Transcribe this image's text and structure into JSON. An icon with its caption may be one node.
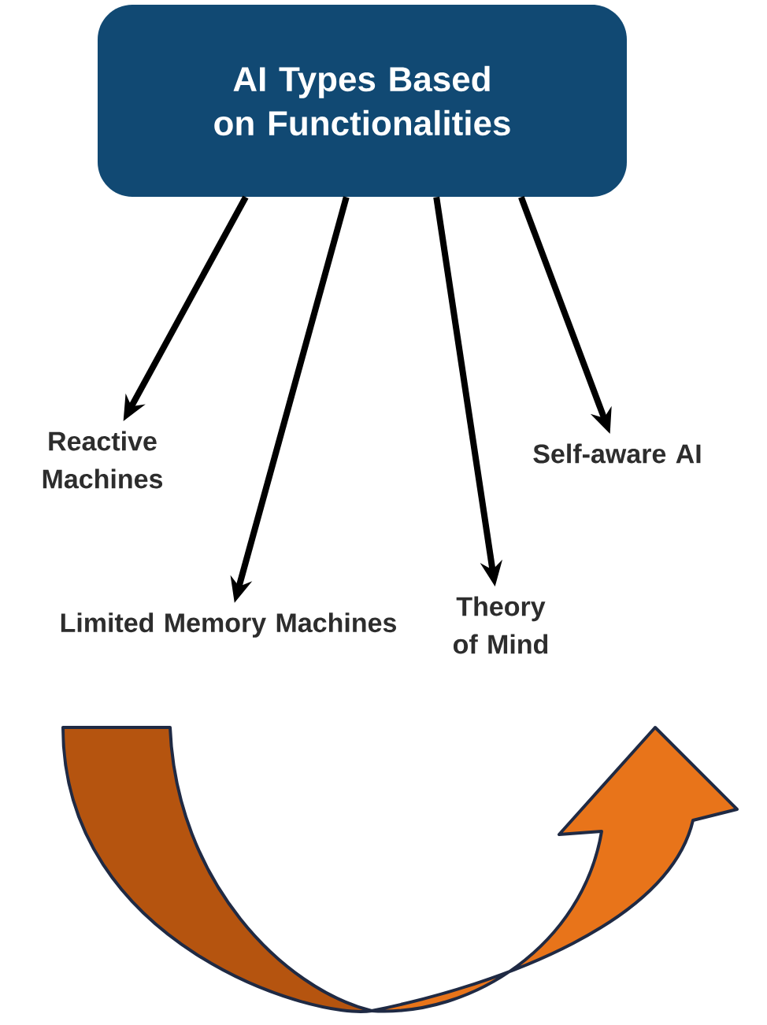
{
  "diagram": {
    "nodes": [
      {
        "text": [
          "AI Types Based on Functionalities"
        ]
      },
      {
        "text": [
          "Reactive Machines"
        ]
      },
      {
        "text": [
          "Limited Memory Machines"
        ]
      },
      {
        "text": [
          "Theory of Mind"
        ]
      },
      {
        "text": [
          "Self-aware AI"
        ]
      }
    ],
    "edges": [
      {
        "from": 0,
        "to": 1,
        "arrow": "to"
      },
      {
        "from": 0,
        "to": 2,
        "arrow": "to"
      },
      {
        "from": 0,
        "to": 3,
        "arrow": "to"
      },
      {
        "from": 0,
        "to": 4,
        "arrow": "to"
      }
    ]
  }
}
